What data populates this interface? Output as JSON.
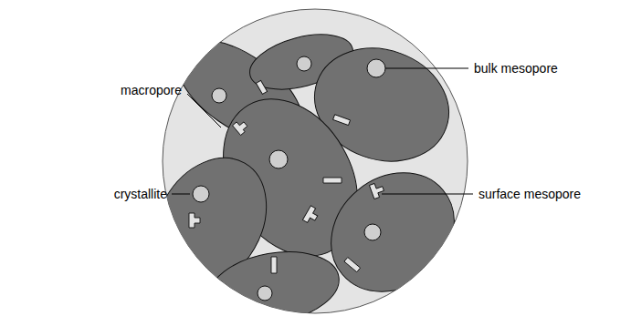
{
  "diagram": {
    "labels": [
      "bulk mesopore",
      "macropore",
      "crystallite",
      "surface mesopore"
    ]
  }
}
